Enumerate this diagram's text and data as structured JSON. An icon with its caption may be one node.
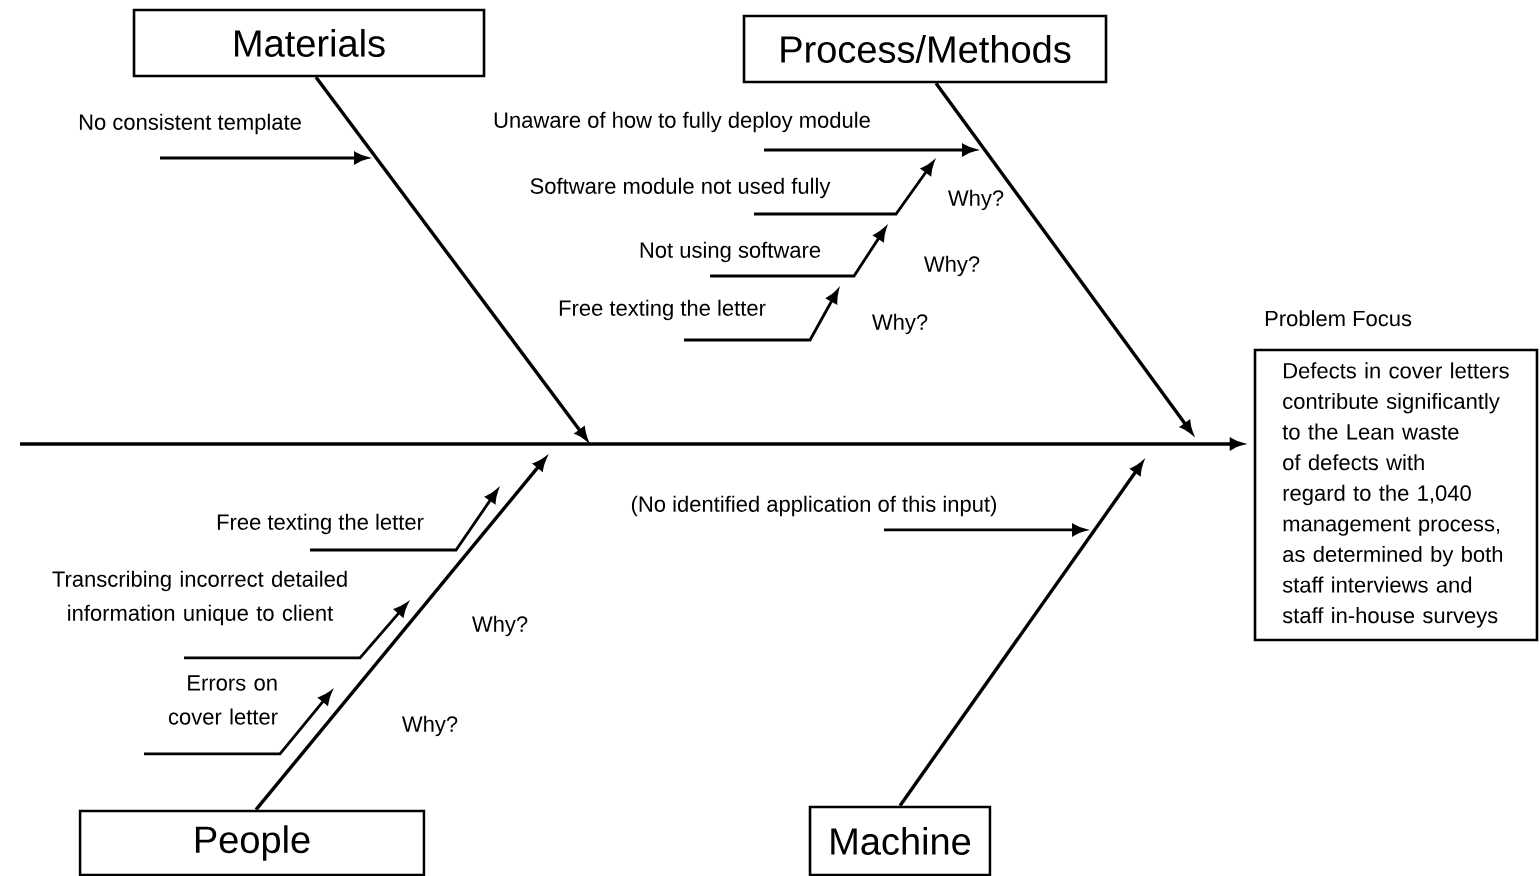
{
  "diagram": {
    "nodes": [
      {
        "text": [
          "Materials"
        ]
      },
      {
        "text": [
          "Process/Methods"
        ]
      },
      {
        "text": [
          "People"
        ]
      },
      {
        "text": [
          "Machine"
        ]
      },
      {
        "text": [
          "Problem Focus",
          "Defects in cover letters contribute significantly to the Lean waste of defects with regard to the 1,040 management process, as determined by both staff interviews and staff in-house surveys"
        ]
      },
      {
        "text": [
          "No consistent template"
        ]
      },
      {
        "text": [
          "Unaware of how to fully deploy module"
        ]
      },
      {
        "text": [
          "Software module not used fully"
        ]
      },
      {
        "text": [
          "Not using software"
        ]
      },
      {
        "text": [
          "Free texting the letter"
        ]
      },
      {
        "text": [
          "Free texting the letter"
        ]
      },
      {
        "text": [
          "Transcribing incorrect detailed information unique to client"
        ]
      },
      {
        "text": [
          "Errors on cover letter"
        ]
      },
      {
        "text": [
          "(No identified application of this input)"
        ]
      }
    ],
    "edges": [
      {
        "from": null,
        "to": 4,
        "arrow": "to"
      },
      {
        "from": 0,
        "to": null,
        "arrow": "to"
      },
      {
        "from": 1,
        "to": null,
        "arrow": "to"
      },
      {
        "from": 2,
        "to": null,
        "arrow": "to"
      },
      {
        "from": 3,
        "to": null,
        "arrow": "to"
      },
      {
        "from": 5,
        "to": null,
        "arrow": "to"
      },
      {
        "from": 6,
        "to": null,
        "arrow": "to"
      },
      {
        "from": 7,
        "to": 6,
        "arrow": "to",
        "label": "Why?"
      },
      {
        "from": 8,
        "to": 7,
        "arrow": "to",
        "label": "Why?"
      },
      {
        "from": 9,
        "to": 8,
        "arrow": "to",
        "label": "Why?"
      },
      {
        "from": 10,
        "to": null,
        "arrow": "to"
      },
      {
        "from": 11,
        "to": null,
        "arrow": "to"
      },
      {
        "from": 12,
        "to": null,
        "arrow": "to"
      },
      {
        "from": 13,
        "to": null,
        "arrow": "to"
      }
    ],
    "labels": [
      "Why?",
      "Why?"
    ]
  }
}
